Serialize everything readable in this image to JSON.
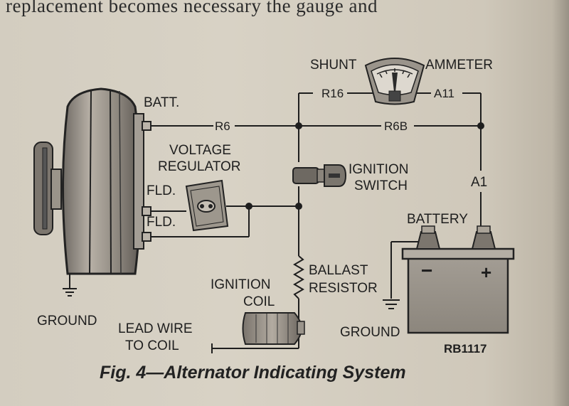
{
  "header_text": "replacement becomes necessary the gauge and",
  "labels": {
    "batt": "BATT.",
    "r6": "R6",
    "shunt": "SHUNT",
    "ammeter": "AMMETER",
    "r16": "R16",
    "a11": "A11",
    "r6b": "R6B",
    "voltage": "VOLTAGE",
    "regulator": "REGULATOR",
    "ignition1": "IGNITION",
    "switch": "SWITCH",
    "a1": "A1",
    "fld1": "FLD.",
    "fld2": "FLD.",
    "battery": "BATTERY",
    "ballast": "BALLAST",
    "resistor": "RESISTOR",
    "ignition2": "IGNITION",
    "coil": "COIL",
    "ground_left": "GROUND",
    "lead_wire": "LEAD WIRE",
    "to_coil": "TO COIL",
    "ground_right": "GROUND",
    "minus": "−",
    "plus": "+",
    "part_no": "RB1117"
  },
  "caption": "Fig. 4—Alternator Indicating System"
}
